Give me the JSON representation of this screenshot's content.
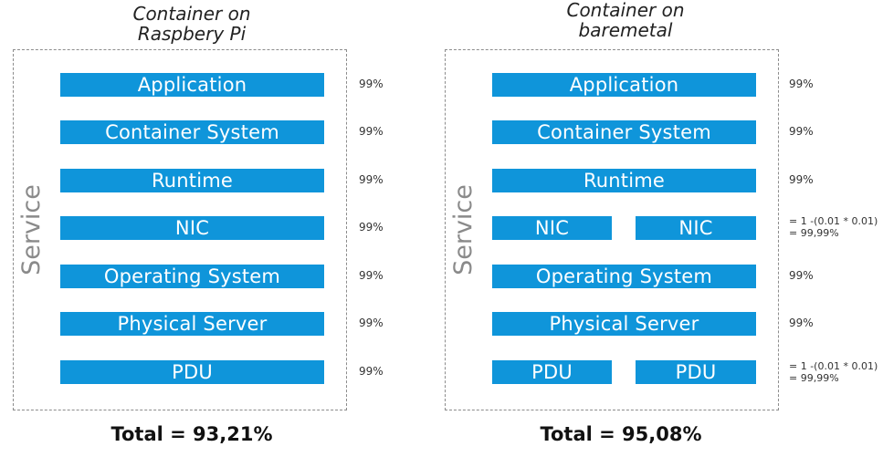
{
  "left": {
    "title_lines": [
      "Container on",
      "Raspbery Pi"
    ],
    "side_label": "Service",
    "layers": [
      {
        "label": "Application",
        "availability": "99%"
      },
      {
        "label": "Container System",
        "availability": "99%"
      },
      {
        "label": "Runtime",
        "availability": "99%"
      },
      {
        "label": "NIC",
        "availability": "99%"
      },
      {
        "label": "Operating System",
        "availability": "99%"
      },
      {
        "label": "Physical Server",
        "availability": "99%"
      },
      {
        "label": "PDU",
        "availability": "99%"
      }
    ],
    "total": "Total = 93,21%"
  },
  "right": {
    "title_lines": [
      "Container on",
      "baremetal"
    ],
    "side_label": "Service",
    "layers": [
      {
        "label": "Application",
        "availability": "99%"
      },
      {
        "label": "Container System",
        "availability": "99%"
      },
      {
        "label": "Runtime",
        "availability": "99%"
      },
      {
        "label_a": "NIC",
        "label_b": "NIC",
        "availability_lines": [
          "= 1 -(0.01 * 0.01)",
          "= 99,99%"
        ]
      },
      {
        "label": "Operating System",
        "availability": "99%"
      },
      {
        "label": "Physical Server",
        "availability": "99%"
      },
      {
        "label_a": "PDU",
        "label_b": "PDU",
        "availability_lines": [
          "= 1 -(0.01 * 0.01)",
          "= 99,99%"
        ]
      }
    ],
    "total": "Total = 95,08%"
  },
  "colors": {
    "bar": "#0f95da",
    "bar_text": "#ffffff",
    "frame": "#8c8c8c",
    "service_label": "#8a8a8a"
  }
}
